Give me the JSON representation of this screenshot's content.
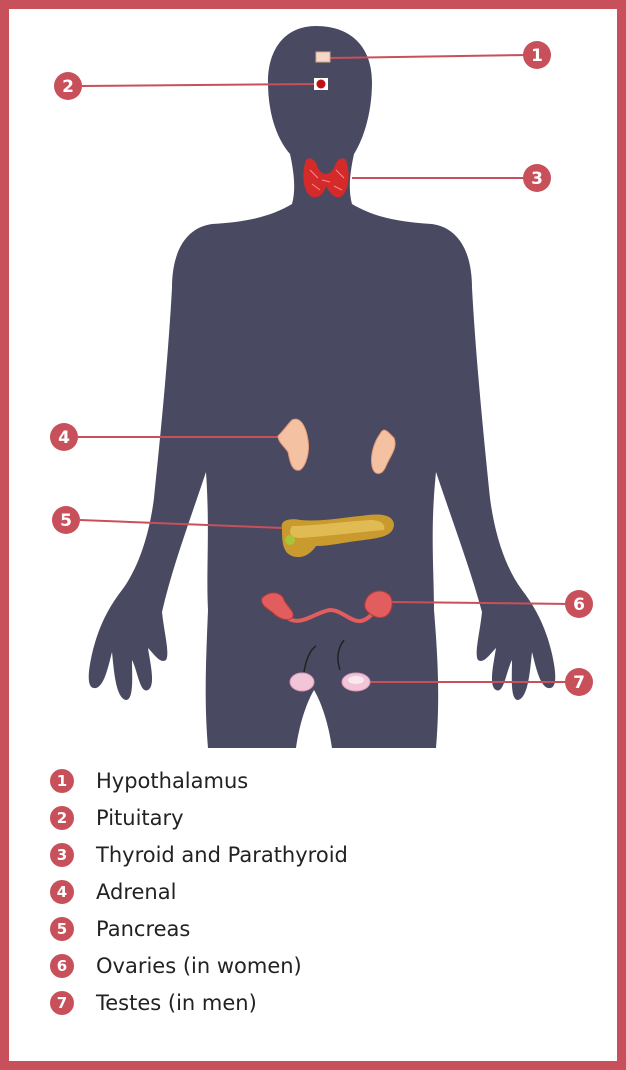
{
  "colors": {
    "frame": "#c7505a",
    "badge": "#c7505a",
    "leader_line": "#c7505a",
    "body_silhouette": "#494962",
    "thyroid": "#d42a2a",
    "adrenal": "#f5c1a3",
    "pancreas": "#c99a2e",
    "ovaries": "#e25d5d",
    "testes": "#f2c4d8"
  },
  "icons": {
    "body": "human-body-silhouette-icon",
    "hypothalamus": "hypothalamus-icon",
    "pituitary": "pituitary-icon",
    "thyroid": "thyroid-icon",
    "adrenal": "adrenal-icon",
    "pancreas": "pancreas-icon",
    "ovaries": "ovaries-icon",
    "testes": "testes-icon"
  },
  "callouts": [
    {
      "number": "1",
      "organ": "hypothalamus"
    },
    {
      "number": "2",
      "organ": "pituitary"
    },
    {
      "number": "3",
      "organ": "thyroid"
    },
    {
      "number": "4",
      "organ": "adrenal"
    },
    {
      "number": "5",
      "organ": "pancreas"
    },
    {
      "number": "6",
      "organ": "ovaries"
    },
    {
      "number": "7",
      "organ": "testes"
    }
  ],
  "legend": [
    {
      "number": "1",
      "label": "Hypothalamus"
    },
    {
      "number": "2",
      "label": "Pituitary"
    },
    {
      "number": "3",
      "label": "Thyroid and Parathyroid"
    },
    {
      "number": "4",
      "label": "Adrenal"
    },
    {
      "number": "5",
      "label": "Pancreas"
    },
    {
      "number": "6",
      "label": "Ovaries (in women)"
    },
    {
      "number": "7",
      "label": "Testes (in men)"
    }
  ]
}
